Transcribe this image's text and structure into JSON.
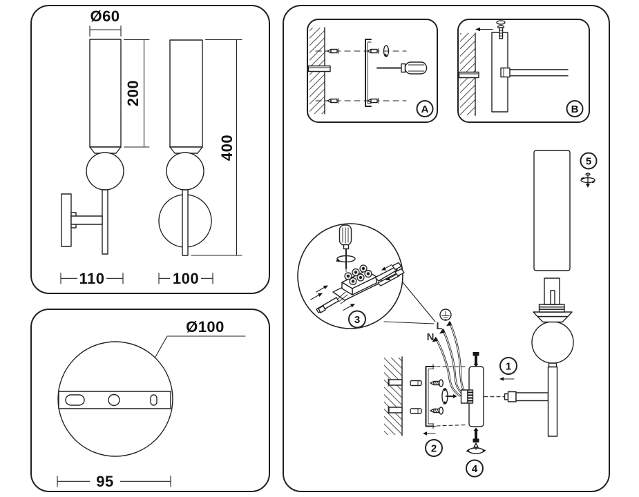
{
  "colors": {
    "line": "#222222",
    "hatch": "#4a4a4a",
    "background": "#ffffff",
    "filled_screw": "#151515"
  },
  "dimension_drawing": {
    "shade_diameter": "Ø60",
    "shade_height": "200",
    "overall_height": "400",
    "wall_depth": "110",
    "body_width": "100"
  },
  "backplate_drawing": {
    "plate_diameter": "Ø100",
    "hole_spacing": "95"
  },
  "installation_drawing": {
    "inset_a_label": "A",
    "inset_b_label": "B",
    "step_arm": "1",
    "step_bracket": "2",
    "step_wiring": "3",
    "step_plate_screw": "4",
    "step_shade": "5",
    "wire_live": "L",
    "wire_neutral": "N"
  }
}
